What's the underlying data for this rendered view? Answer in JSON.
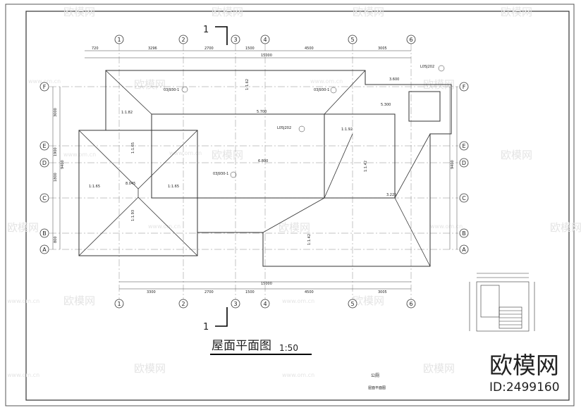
{
  "grid": {
    "columns": [
      "1",
      "2",
      "3",
      "4",
      "5",
      "6"
    ],
    "rows": [
      "A",
      "B",
      "C",
      "D",
      "E",
      "F"
    ]
  },
  "dimensions": {
    "top_spans": [
      "720",
      "3296",
      "2700",
      "1500",
      "4500",
      "3005"
    ],
    "top_total": "15000",
    "bottom_spans": [
      "3300",
      "2700",
      "1500",
      "4500",
      "3005"
    ],
    "bottom_total": "15000",
    "left_spans": [
      "3000",
      "1900",
      "1800",
      "800"
    ],
    "left_total": "9400",
    "right_total": "9400"
  },
  "slopes": [
    "1:1.62",
    "1:1.92",
    "1:1.65",
    "1:1.65",
    "1:1.65",
    "1:1.42",
    "1:1.42",
    "1:1.93",
    "1:1.82"
  ],
  "elevations": [
    "5.700",
    "5.300",
    "8.045",
    "3.600",
    "3.225",
    "6.800"
  ],
  "detail_tags": [
    "03J930-1",
    "L05J202",
    "03J930-1",
    "L05J202",
    "03J930-1"
  ],
  "section_mark": "1",
  "title": "屋面平面图",
  "scale": "1:50",
  "subtitle": "公厕",
  "sheet_name": "屋面平面图",
  "brand": "欧模网",
  "id_label": "ID:2499160",
  "watermark_url": "www.om.cn",
  "colors": {
    "line": "#333333",
    "watermark": "#e4e4e4"
  }
}
